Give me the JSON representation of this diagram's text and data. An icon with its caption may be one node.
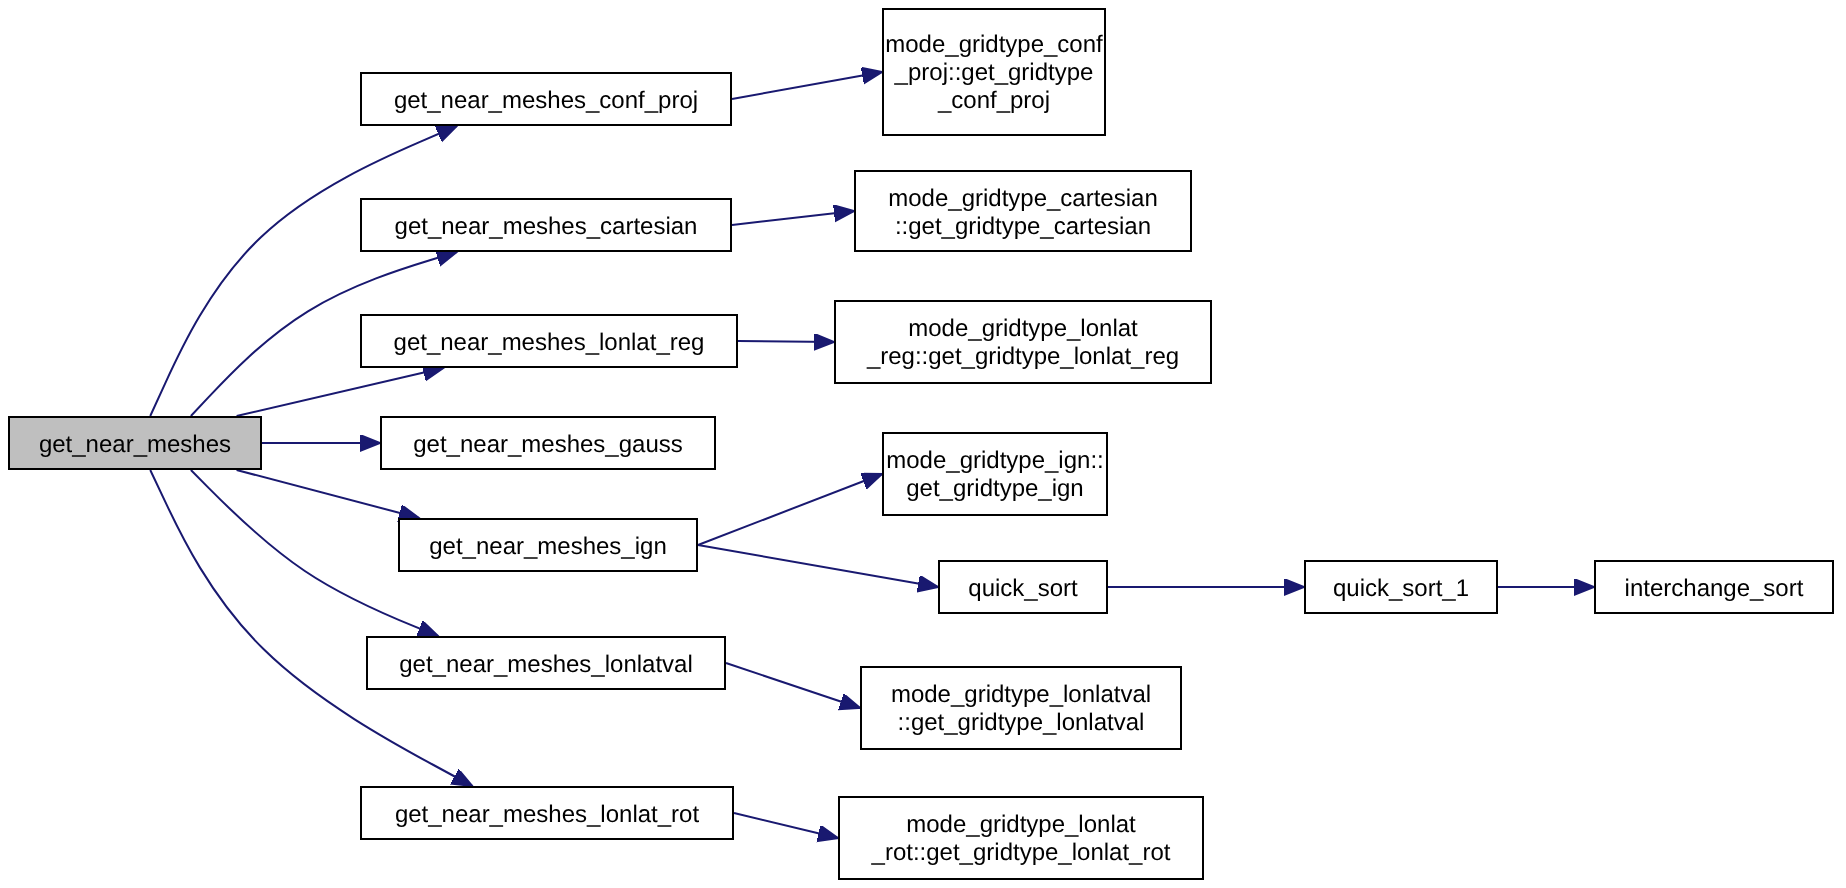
{
  "diagram": {
    "nodes": [
      {
        "text": [
          "get_near_meshes"
        ]
      },
      {
        "text": [
          "get_near_meshes_conf_proj"
        ]
      },
      {
        "text": [
          "mode_gridtype_conf _proj::get_gridtype _conf_proj"
        ]
      },
      {
        "text": [
          "get_near_meshes_cartesian"
        ]
      },
      {
        "text": [
          "mode_gridtype_cartesian ::get_gridtype_cartesian"
        ]
      },
      {
        "text": [
          "get_near_meshes_lonlat_reg"
        ]
      },
      {
        "text": [
          "mode_gridtype_lonlat _reg::get_gridtype_lonlat_reg"
        ]
      },
      {
        "text": [
          "get_near_meshes_gauss"
        ]
      },
      {
        "text": [
          "get_near_meshes_ign"
        ]
      },
      {
        "text": [
          "mode_gridtype_ign:: get_gridtype_ign"
        ]
      },
      {
        "text": [
          "quick_sort"
        ]
      },
      {
        "text": [
          "quick_sort_1"
        ]
      },
      {
        "text": [
          "interchange_sort"
        ]
      },
      {
        "text": [
          "get_near_meshes_lonlatval"
        ]
      },
      {
        "text": [
          "mode_gridtype_lonlatval ::get_gridtype_lonlatval"
        ]
      },
      {
        "text": [
          "get_near_meshes_lonlat_rot"
        ]
      },
      {
        "text": [
          "mode_gridtype_lonlat _rot::get_gridtype_lonlat_rot"
        ]
      }
    ],
    "edges": [
      {
        "from": 0,
        "to": 1,
        "arrow": "to"
      },
      {
        "from": 0,
        "to": 3,
        "arrow": "to"
      },
      {
        "from": 0,
        "to": 5,
        "arrow": "to"
      },
      {
        "from": 0,
        "to": 7,
        "arrow": "to"
      },
      {
        "from": 0,
        "to": 8,
        "arrow": "to"
      },
      {
        "from": 0,
        "to": 13,
        "arrow": "to"
      },
      {
        "from": 0,
        "to": 15,
        "arrow": "to"
      },
      {
        "from": 1,
        "to": 2,
        "arrow": "to"
      },
      {
        "from": 3,
        "to": 4,
        "arrow": "to"
      },
      {
        "from": 5,
        "to": 6,
        "arrow": "to"
      },
      {
        "from": 8,
        "to": 9,
        "arrow": "to"
      },
      {
        "from": 8,
        "to": 10,
        "arrow": "to"
      },
      {
        "from": 10,
        "to": 11,
        "arrow": "to"
      },
      {
        "from": 11,
        "to": 12,
        "arrow": "to"
      },
      {
        "from": 13,
        "to": 14,
        "arrow": "to"
      },
      {
        "from": 15,
        "to": 16,
        "arrow": "to"
      }
    ]
  }
}
